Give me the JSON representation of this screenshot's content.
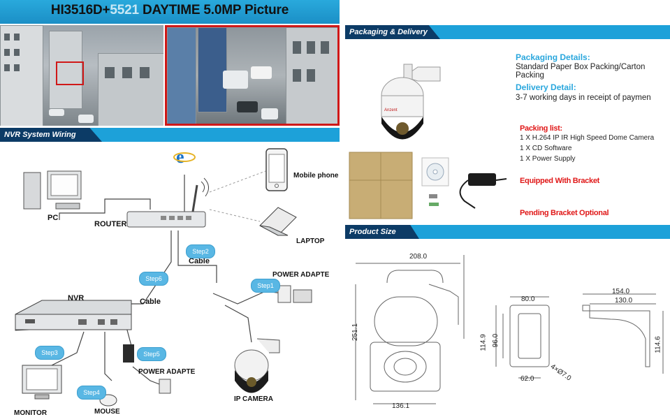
{
  "header": {
    "title_prefix": "HI3516D+",
    "title_accent": "5521",
    "title_suffix": " DAYTIME 5.0MP  Picture"
  },
  "left_sections": {
    "wiring_tab": "NVR System Wiring Diagram"
  },
  "wiring": {
    "pc": "PC",
    "router": "ROUTER",
    "mobile_phone": "Mobile phone",
    "laptop": "LAPTOP",
    "nvr": "NVR",
    "cable_1": "Cable",
    "cable_2": "Cable",
    "power_adapter_1": "POWER ADAPTE",
    "power_adapter_2": "POWER ADAPTE",
    "monitor": "MONITOR",
    "mouse": "MOUSE",
    "ip_camera": "IP  CAMERA",
    "steps": [
      "Step1",
      "Step2",
      "Step3",
      "Step4",
      "Step5",
      "Step6"
    ]
  },
  "packaging": {
    "tab": "Packaging & Delivery",
    "packaging_title": "Packaging Details:",
    "packaging_text": "Standard Paper Box Packing/Carton Packing",
    "delivery_title": "Delivery Detail:",
    "delivery_text": "3-7 working days in receipt of paymen",
    "packing_list_title": "Packing list:",
    "packing_items": [
      "1  X H.264 IP IR High Speed Dome Camera",
      "1  X CD Software",
      "1  X Power Supply"
    ],
    "bracket_1": "Equipped With Bracket",
    "bracket_2": "Pending Bracket Optional"
  },
  "product_size": {
    "tab": "Product Size",
    "dims": {
      "d208": "208.0",
      "d251": "251.1",
      "d136": "136.1",
      "d80": "80.0",
      "d114": "114.9",
      "d96": "96.0",
      "d62": "62.0",
      "d4x": "4×Ø7.0",
      "d154": "154.0",
      "d130": "130.0",
      "d114r": "114.6"
    }
  }
}
